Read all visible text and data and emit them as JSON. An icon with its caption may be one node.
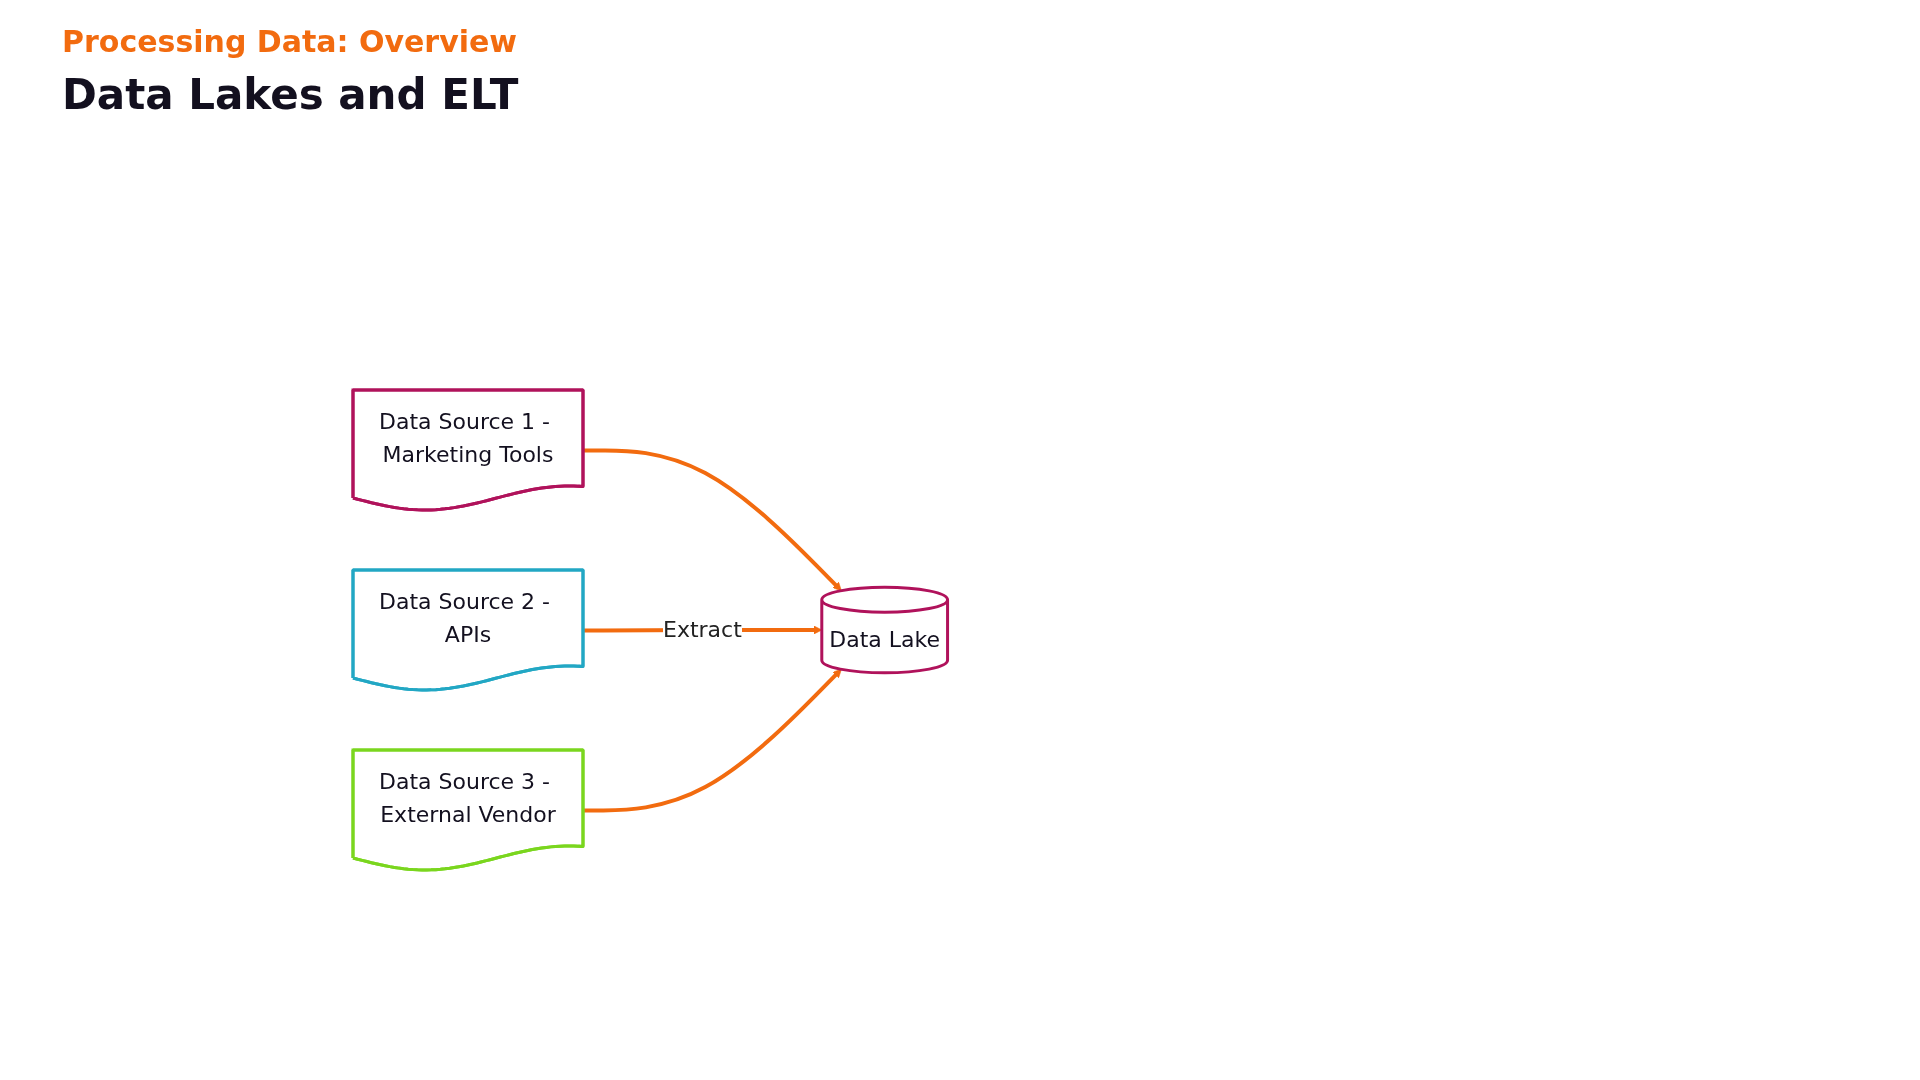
{
  "diagram": {
    "title": "Data Lakes and ELT",
    "nodes": [
      {
        "text": [
          "Data Source 1 - Marketing Tools"
        ]
      },
      {
        "text": [
          "Data Source 2 - APIs"
        ]
      },
      {
        "text": [
          "Data Source 3 - External Vendor"
        ]
      },
      {
        "text": [
          "Data Lake"
        ]
      }
    ],
    "edges": [
      {
        "from": 0,
        "to": 3,
        "arrow": "to"
      },
      {
        "from": 1,
        "to": 3,
        "arrow": "to",
        "label": "Extract"
      },
      {
        "from": 2,
        "to": 3,
        "arrow": "to"
      }
    ],
    "labels": [
      "Processing Data: Overview"
    ]
  }
}
